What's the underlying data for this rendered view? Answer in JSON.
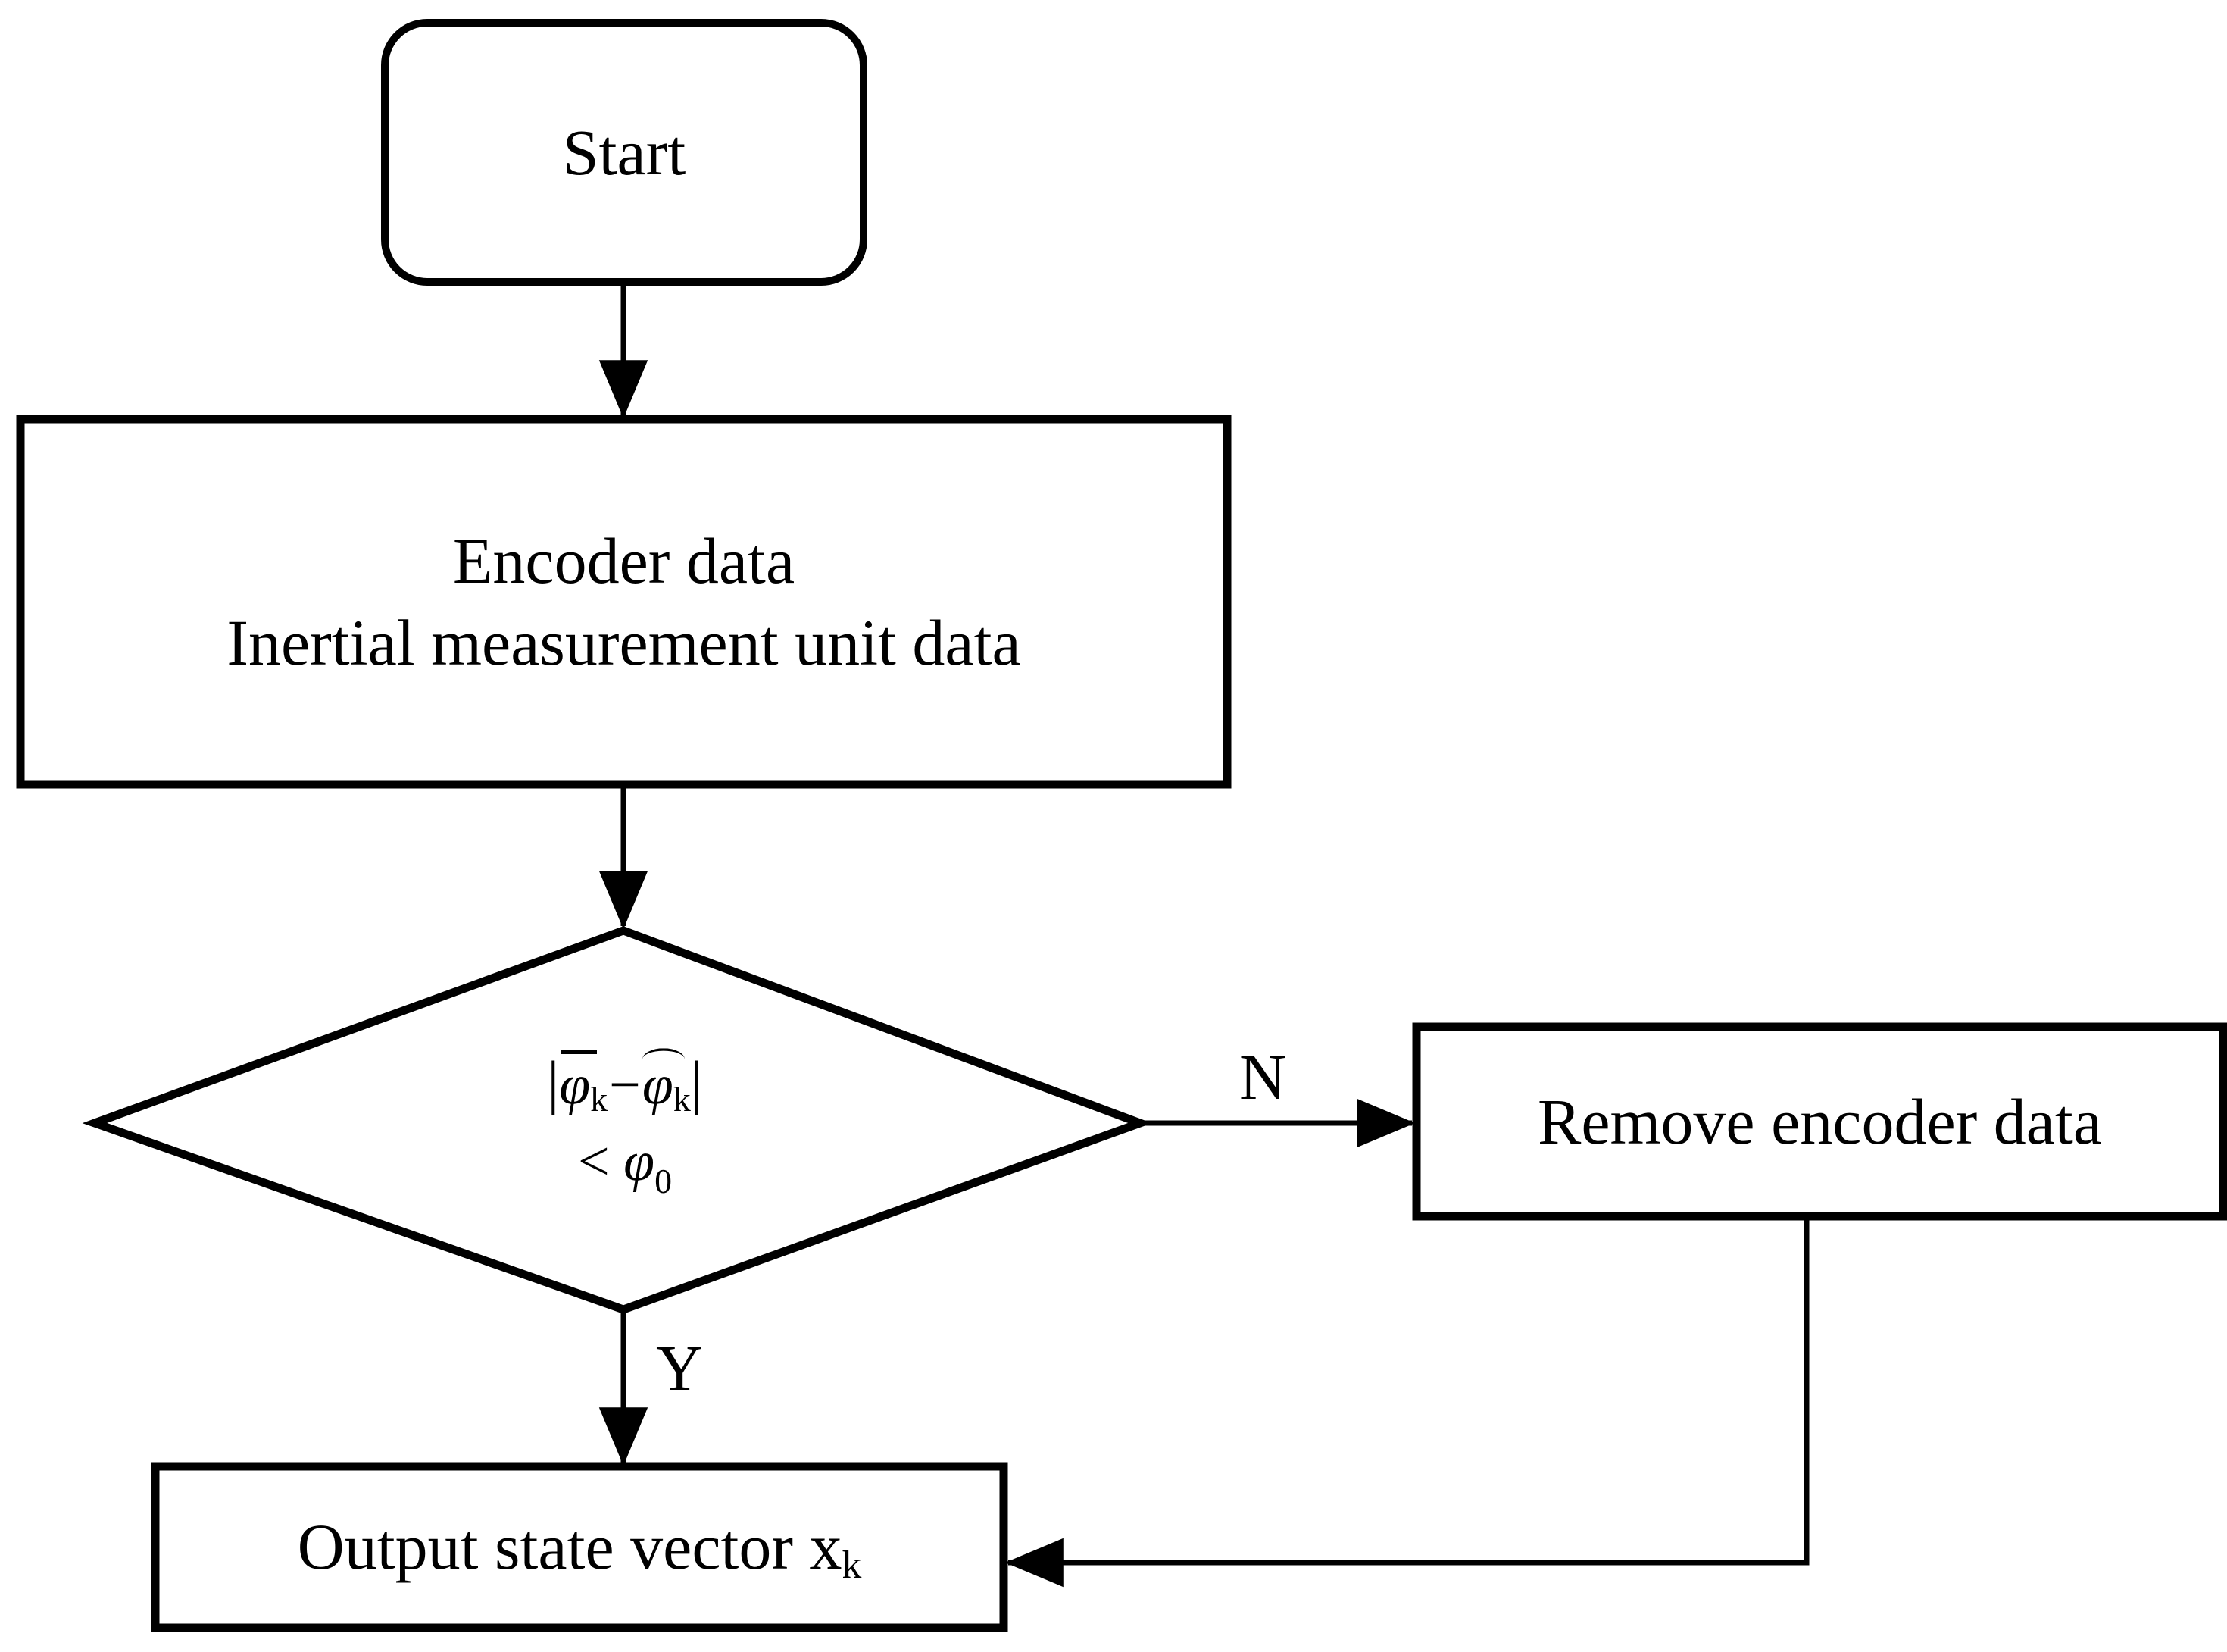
{
  "diagram": {
    "type": "flowchart",
    "title": "Encoder / IMU data validation flowchart",
    "background_color": "#ffffff",
    "line_color": "#000000",
    "text_color": "#000000",
    "nodes": [
      {
        "id": "start",
        "shape": "rounded-rectangle",
        "label": "Start"
      },
      {
        "id": "data-input",
        "shape": "rectangle",
        "label_line1": "Encoder data",
        "label_line2": "Inertial measurement unit data"
      },
      {
        "id": "decision",
        "shape": "diamond",
        "formula_plain": "|φ̅ₖ − φ̂ₖ| < φ₀",
        "formula_line1": {
          "open_bar": "|",
          "bar_symbol": "φ",
          "bar_subscript": "k",
          "minus": "−",
          "hat_symbol": "φ",
          "hat_subscript": "k",
          "close_bar": "|"
        },
        "formula_line2": {
          "relation": "<",
          "symbol": "φ",
          "subscript": "0"
        }
      },
      {
        "id": "remove",
        "shape": "rectangle",
        "label": "Remove encoder data"
      },
      {
        "id": "output",
        "shape": "rectangle",
        "label_prefix": "Output state vector x",
        "label_subscript": "k"
      }
    ],
    "edges": [
      {
        "id": "start-to-data",
        "from": "start",
        "to": "data-input",
        "label": "",
        "arrow": "down"
      },
      {
        "id": "data-to-decision",
        "from": "data-input",
        "to": "decision",
        "label": "",
        "arrow": "down"
      },
      {
        "id": "decision-no",
        "from": "decision",
        "to": "remove",
        "label": "N",
        "arrow": "right"
      },
      {
        "id": "decision-yes",
        "from": "decision",
        "to": "output",
        "label": "Y",
        "arrow": "down"
      },
      {
        "id": "remove-to-output",
        "from": "remove",
        "to": "output",
        "label": "",
        "arrow": "left"
      }
    ]
  }
}
